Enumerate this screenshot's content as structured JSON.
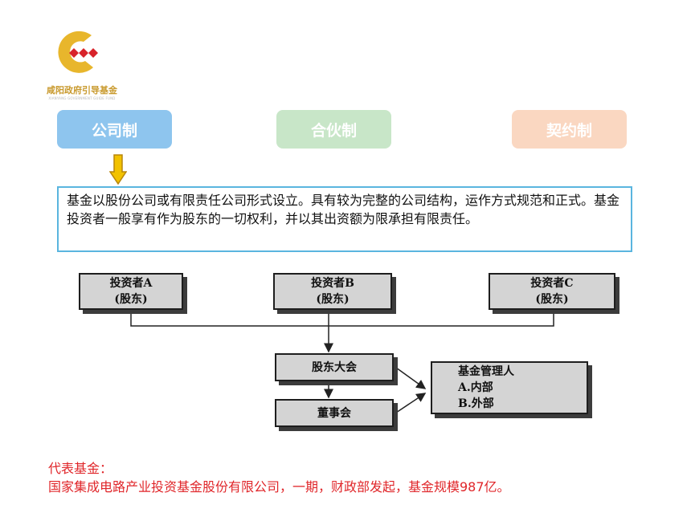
{
  "brand": {
    "name": "咸阳政府引导基金",
    "subtitle": "XIANYANG GOVERNMENT GUIDE FUND",
    "colors": {
      "gold": "#e8b62c",
      "red": "#d8232a"
    }
  },
  "tabs": [
    {
      "label": "公司制",
      "color": "#8ec5ee"
    },
    {
      "label": "合伙制",
      "color": "#c8e6c8"
    },
    {
      "label": "契约制",
      "color": "#fad7c1"
    }
  ],
  "description": "基金以股份公司或有限责任公司形式设立。具有较为完整的公司结构，运作方式规范和正式。基金投资者一般享有作为股东的一切权利，并以其出资额为限承担有限责任。",
  "org_chart": {
    "investors": [
      {
        "line1": "投资者A",
        "line2": "(股东)"
      },
      {
        "line1": "投资者B",
        "line2": "(股东)"
      },
      {
        "line1": "投资者C",
        "line2": "(股东)"
      }
    ],
    "shareholders_meeting": "股东大会",
    "board": "董事会",
    "manager": {
      "title": "基金管理人",
      "items": [
        "A.内部",
        "B.外部"
      ]
    }
  },
  "footer": {
    "label": "代表基金：",
    "text": "国家集成电路产业投资基金股份有限公司，一期，财政部发起，基金规模987亿。"
  }
}
